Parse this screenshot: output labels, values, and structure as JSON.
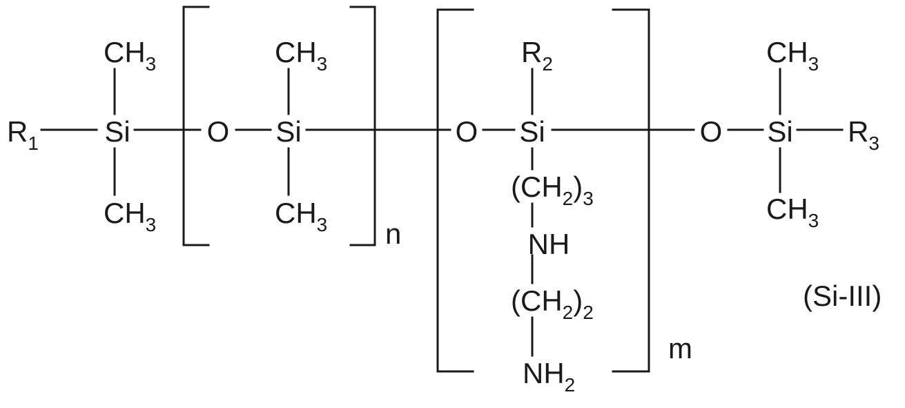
{
  "formula": {
    "label": "(Si-III)",
    "end_left": {
      "r_group": {
        "main": "R",
        "sub": "1"
      },
      "si": "Si",
      "top": {
        "main": "CH",
        "sub": "3"
      },
      "bottom": {
        "main": "CH",
        "sub": "3"
      }
    },
    "unit_n": {
      "oxygen": "O",
      "si": "Si",
      "top": {
        "main": "CH",
        "sub": "3"
      },
      "bottom": {
        "main": "CH",
        "sub": "3"
      },
      "repeat": "n"
    },
    "unit_m": {
      "oxygen": "O",
      "si": "Si",
      "top": {
        "main": "R",
        "sub": "2"
      },
      "chain1": {
        "open": "(CH",
        "sub": "2",
        "close": ")",
        "count": "3"
      },
      "nh": "NH",
      "chain2": {
        "open": "(CH",
        "sub": "2",
        "close": ")",
        "count": "2"
      },
      "nh2": {
        "main": "NH",
        "sub": "2"
      },
      "repeat": "m"
    },
    "end_right": {
      "oxygen": "O",
      "si": "Si",
      "r_group": {
        "main": "R",
        "sub": "3"
      },
      "top": {
        "main": "CH",
        "sub": "3"
      },
      "bottom": {
        "main": "CH",
        "sub": "3"
      }
    }
  }
}
